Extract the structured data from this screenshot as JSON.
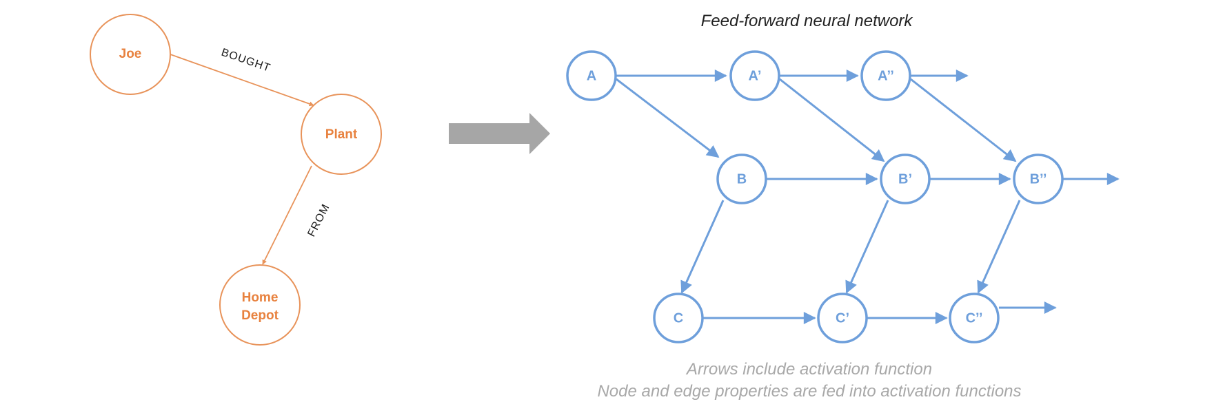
{
  "graph": {
    "nodes": {
      "joe": "Joe",
      "plant": "Plant",
      "home_depot_line1": "Home",
      "home_depot_line2": "Depot"
    },
    "edges": {
      "bought": "BOUGHT",
      "from": "FROM"
    },
    "color": "#e8935a"
  },
  "transition": {
    "arrow_icon": "right-arrow-icon",
    "color": "#a6a6a6"
  },
  "network": {
    "title": "Feed-forward neural network",
    "nodes": {
      "A": "A",
      "A1": "A’",
      "A2": "A’’",
      "B": "B",
      "B1": "B’",
      "B2": "B’’",
      "C": "C",
      "C1": "C’",
      "C2": "C’’"
    },
    "color": "#6e9fdb",
    "caption_line1": "Arrows include activation function",
    "caption_line2": "Node and edge properties are fed into activation functions"
  }
}
